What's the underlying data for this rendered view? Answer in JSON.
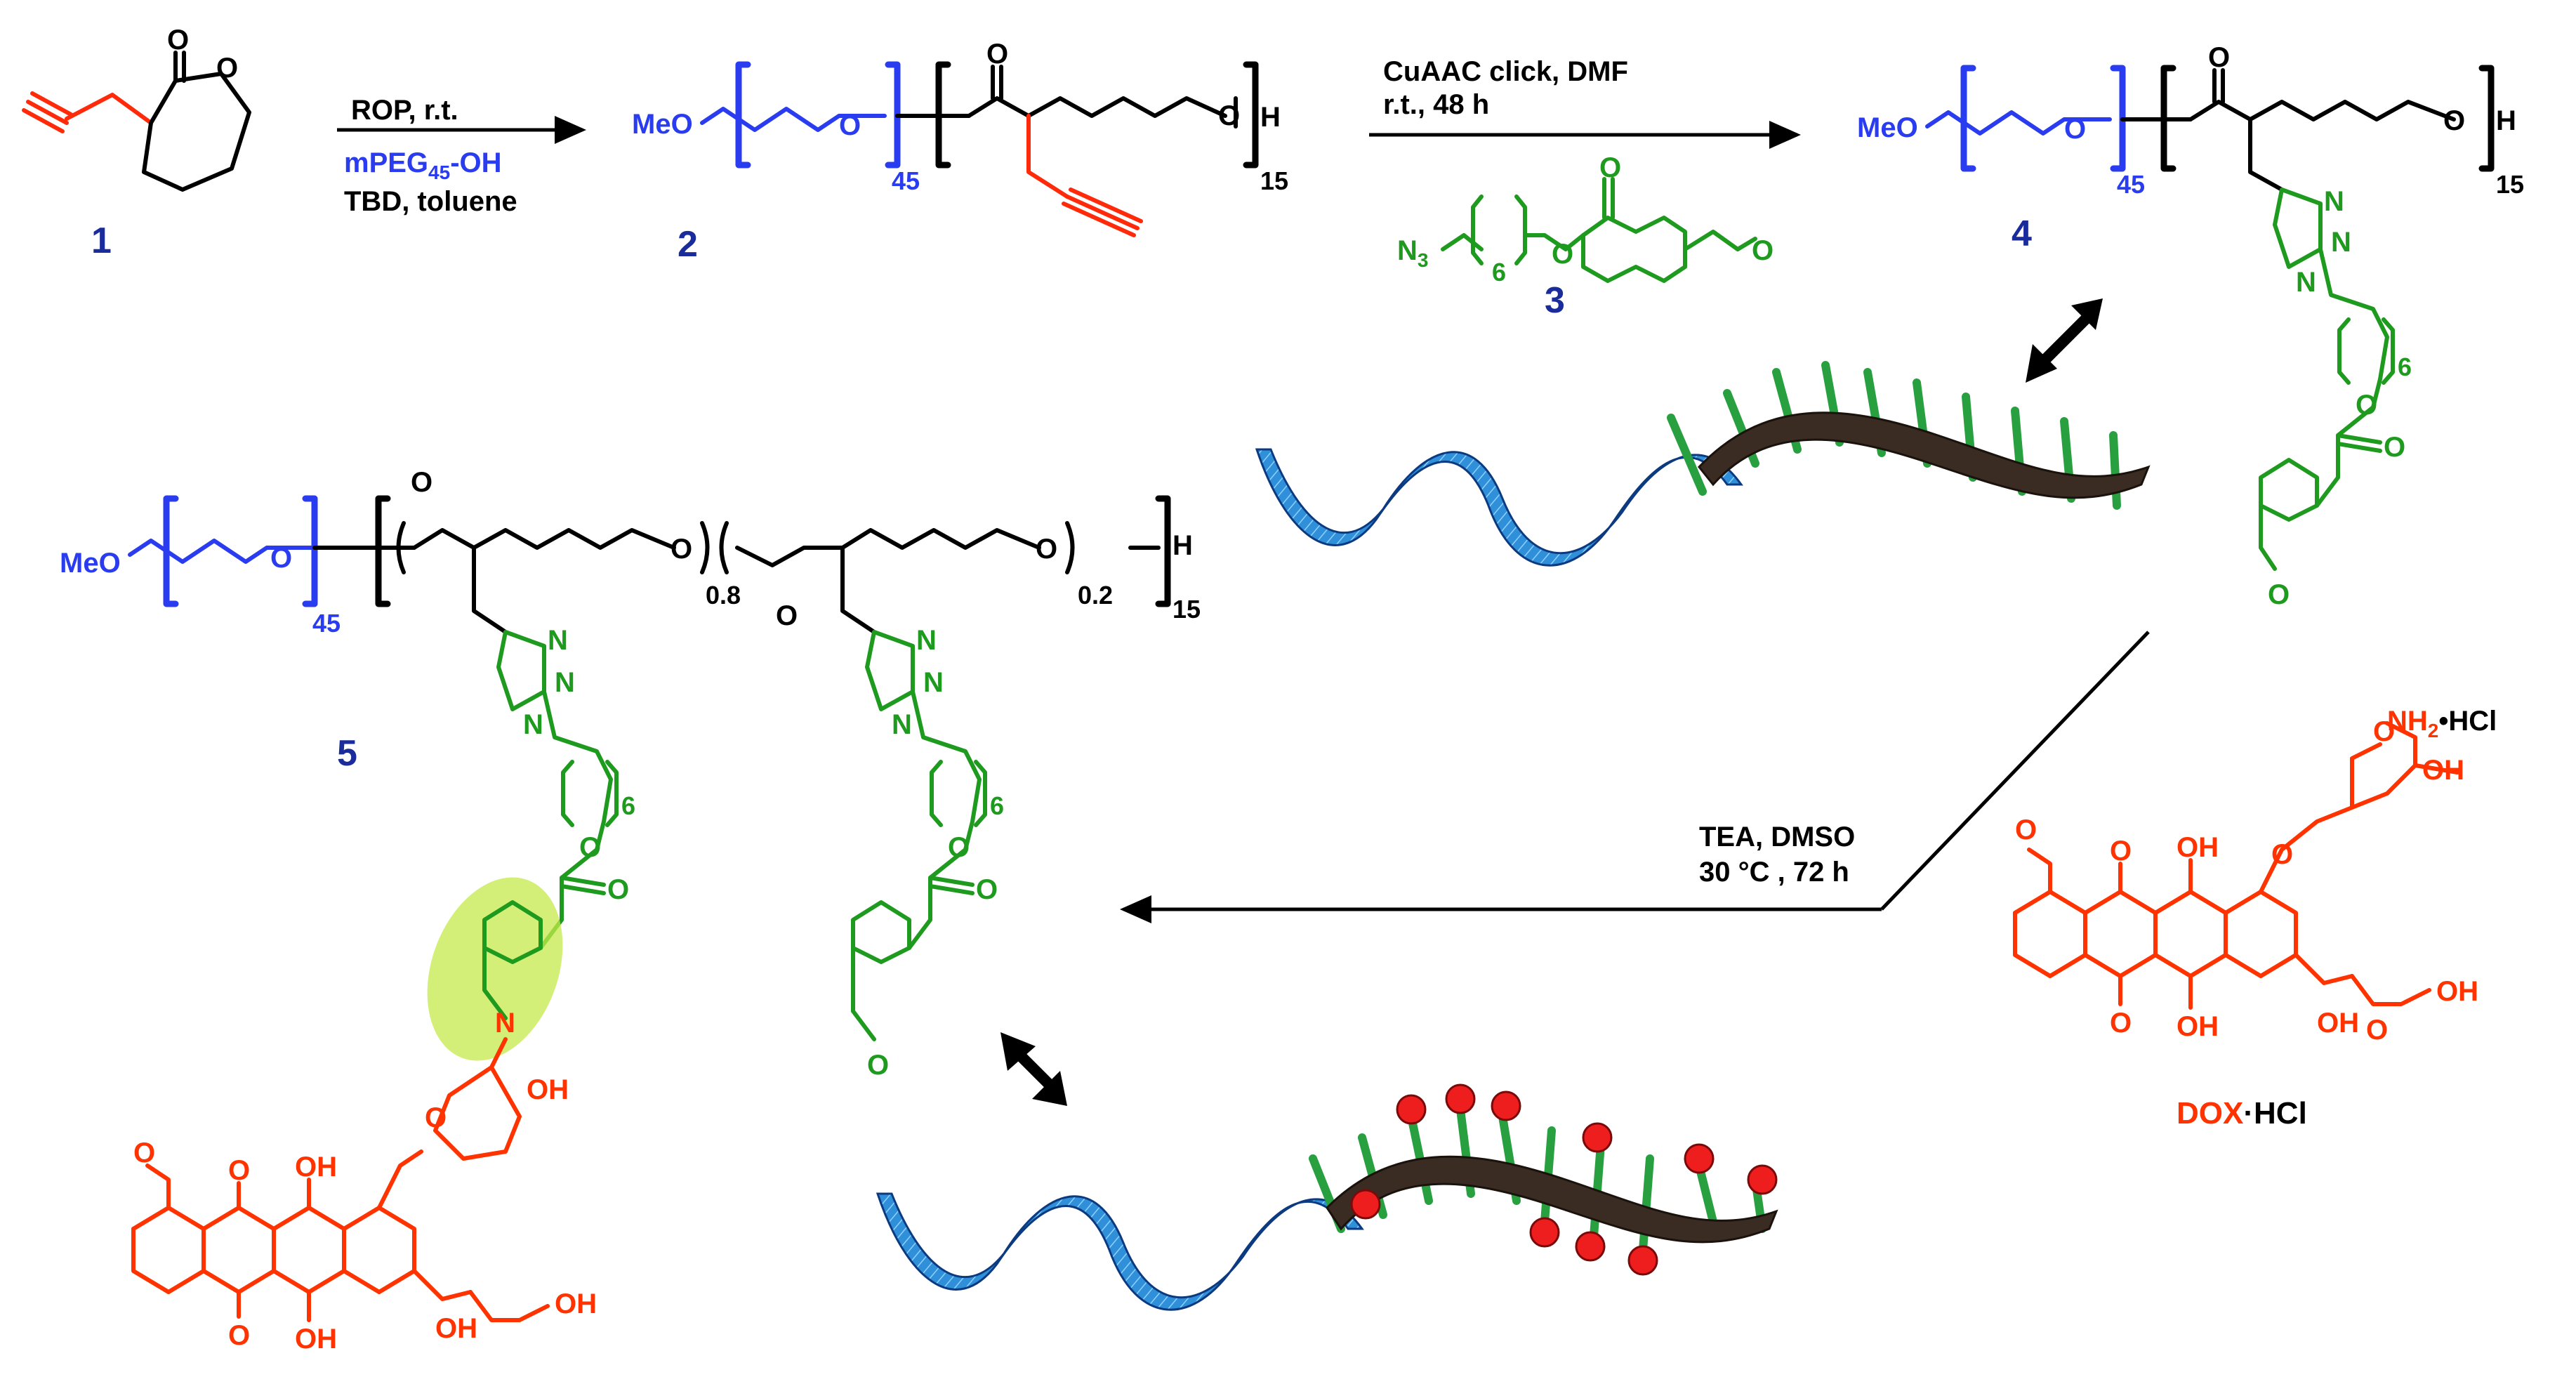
{
  "colors": {
    "peg": "#2a3cf0",
    "alkyne": "#ff2a0a",
    "aldehyde_linker": "#1e9a1e",
    "dox": "#ff3300",
    "compound_number": "#1a2c9c",
    "black": "#000000",
    "highlight": "#c4ea4a",
    "ribbon_blue": "#2f8fd8",
    "ribbon_brown": "#3a2c22",
    "spike_green": "#28a040",
    "bead_red": "#ee1e1e"
  },
  "compounds": {
    "c1": "1",
    "c2": "2",
    "c3": "3",
    "c4": "4",
    "c5": "5"
  },
  "step1": {
    "line1": "ROP, r.t.",
    "line2_prefix": "mPEG",
    "line2_sub": "45",
    "line2_suffix": "-OH",
    "line3": "TBD, toluene"
  },
  "step2": {
    "line1": "CuAAC click, DMF",
    "line2": "r.t., 48 h"
  },
  "step3": {
    "line1": "TEA, DMSO",
    "line2": "30 °C , 72 h"
  },
  "labels": {
    "meo": "MeO",
    "me": "Me",
    "o": "O",
    "h": "H",
    "n": "N",
    "n3": "N",
    "n3_sub": "3",
    "oh": "OH",
    "peg_repeat": "45",
    "polymer_repeat": "15",
    "linker_repeat": "6",
    "frac_a": "0.8",
    "frac_b": "0.2",
    "nh2hcl": "NH",
    "nh2hcl_sub": "2",
    "nh2hcl_tail": "•HCl"
  },
  "dox_label": {
    "dox": "DOX",
    "hcl": "·HCl"
  }
}
